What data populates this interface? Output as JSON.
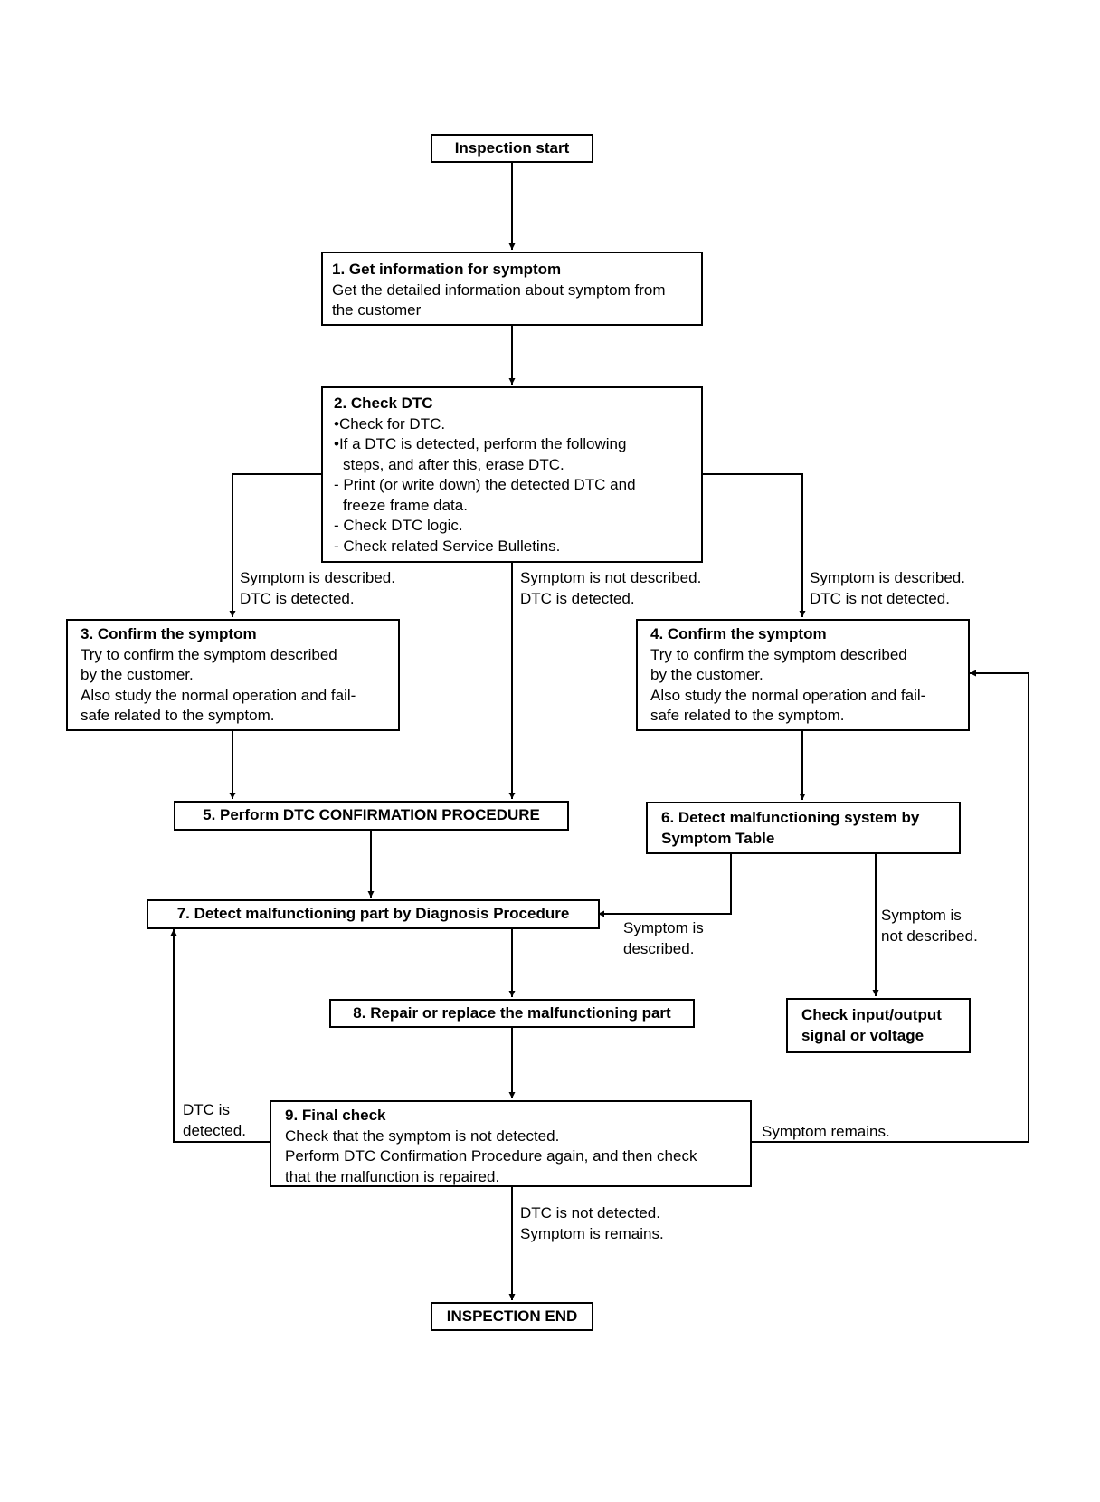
{
  "flowchart": {
    "start": "Inspection start",
    "step1": {
      "title": "1. Get information for symptom",
      "lines": [
        "Get the detailed information about symptom from",
        "the customer"
      ]
    },
    "step2": {
      "title": "2. Check DTC",
      "lines": [
        "•Check for DTC.",
        "•If a DTC is detected, perform the following",
        "steps, and after this, erase DTC.",
        "- Print (or write down) the detected DTC and",
        "freeze frame data.",
        "- Check DTC logic.",
        "- Check related Service Bulletins."
      ]
    },
    "step3": {
      "title": "3. Confirm the symptom",
      "lines": [
        "Try to confirm the symptom described",
        "by the customer.",
        "Also study the normal operation and fail-",
        "safe related to the symptom."
      ]
    },
    "step4": {
      "title": "4. Confirm the symptom",
      "lines": [
        "Try to confirm the symptom described",
        "by the customer.",
        "Also study the normal operation and fail-",
        "safe related to the symptom."
      ]
    },
    "step5": "5. Perform DTC CONFIRMATION PROCEDURE",
    "step6": {
      "lines": [
        "6. Detect malfunctioning system by",
        "Symptom Table"
      ]
    },
    "step7": "7. Detect malfunctioning part by Diagnosis Procedure",
    "step8": "8. Repair or replace the malfunctioning part",
    "check_io": {
      "lines": [
        "Check input/output",
        "signal or voltage"
      ]
    },
    "step9": {
      "title": "9. Final check",
      "lines": [
        "Check that the symptom is not detected.",
        "Perform DTC Confirmation Procedure again, and then check",
        "that the malfunction is repaired."
      ]
    },
    "end": "INSPECTION END",
    "labels": {
      "to3": [
        "Symptom is described.",
        "DTC is detected."
      ],
      "to5": [
        "Symptom is not described.",
        "DTC is detected."
      ],
      "to4": [
        "Symptom is described.",
        "DTC is not detected."
      ],
      "from6_described": [
        "Symptom is",
        "described."
      ],
      "from6_not_described": [
        "Symptom is",
        "not described."
      ],
      "from9_dtc": [
        "DTC is",
        "detected."
      ],
      "from9_symptom": "Symptom remains.",
      "from9_end": [
        "DTC is not detected.",
        "Symptom is remains."
      ]
    }
  }
}
